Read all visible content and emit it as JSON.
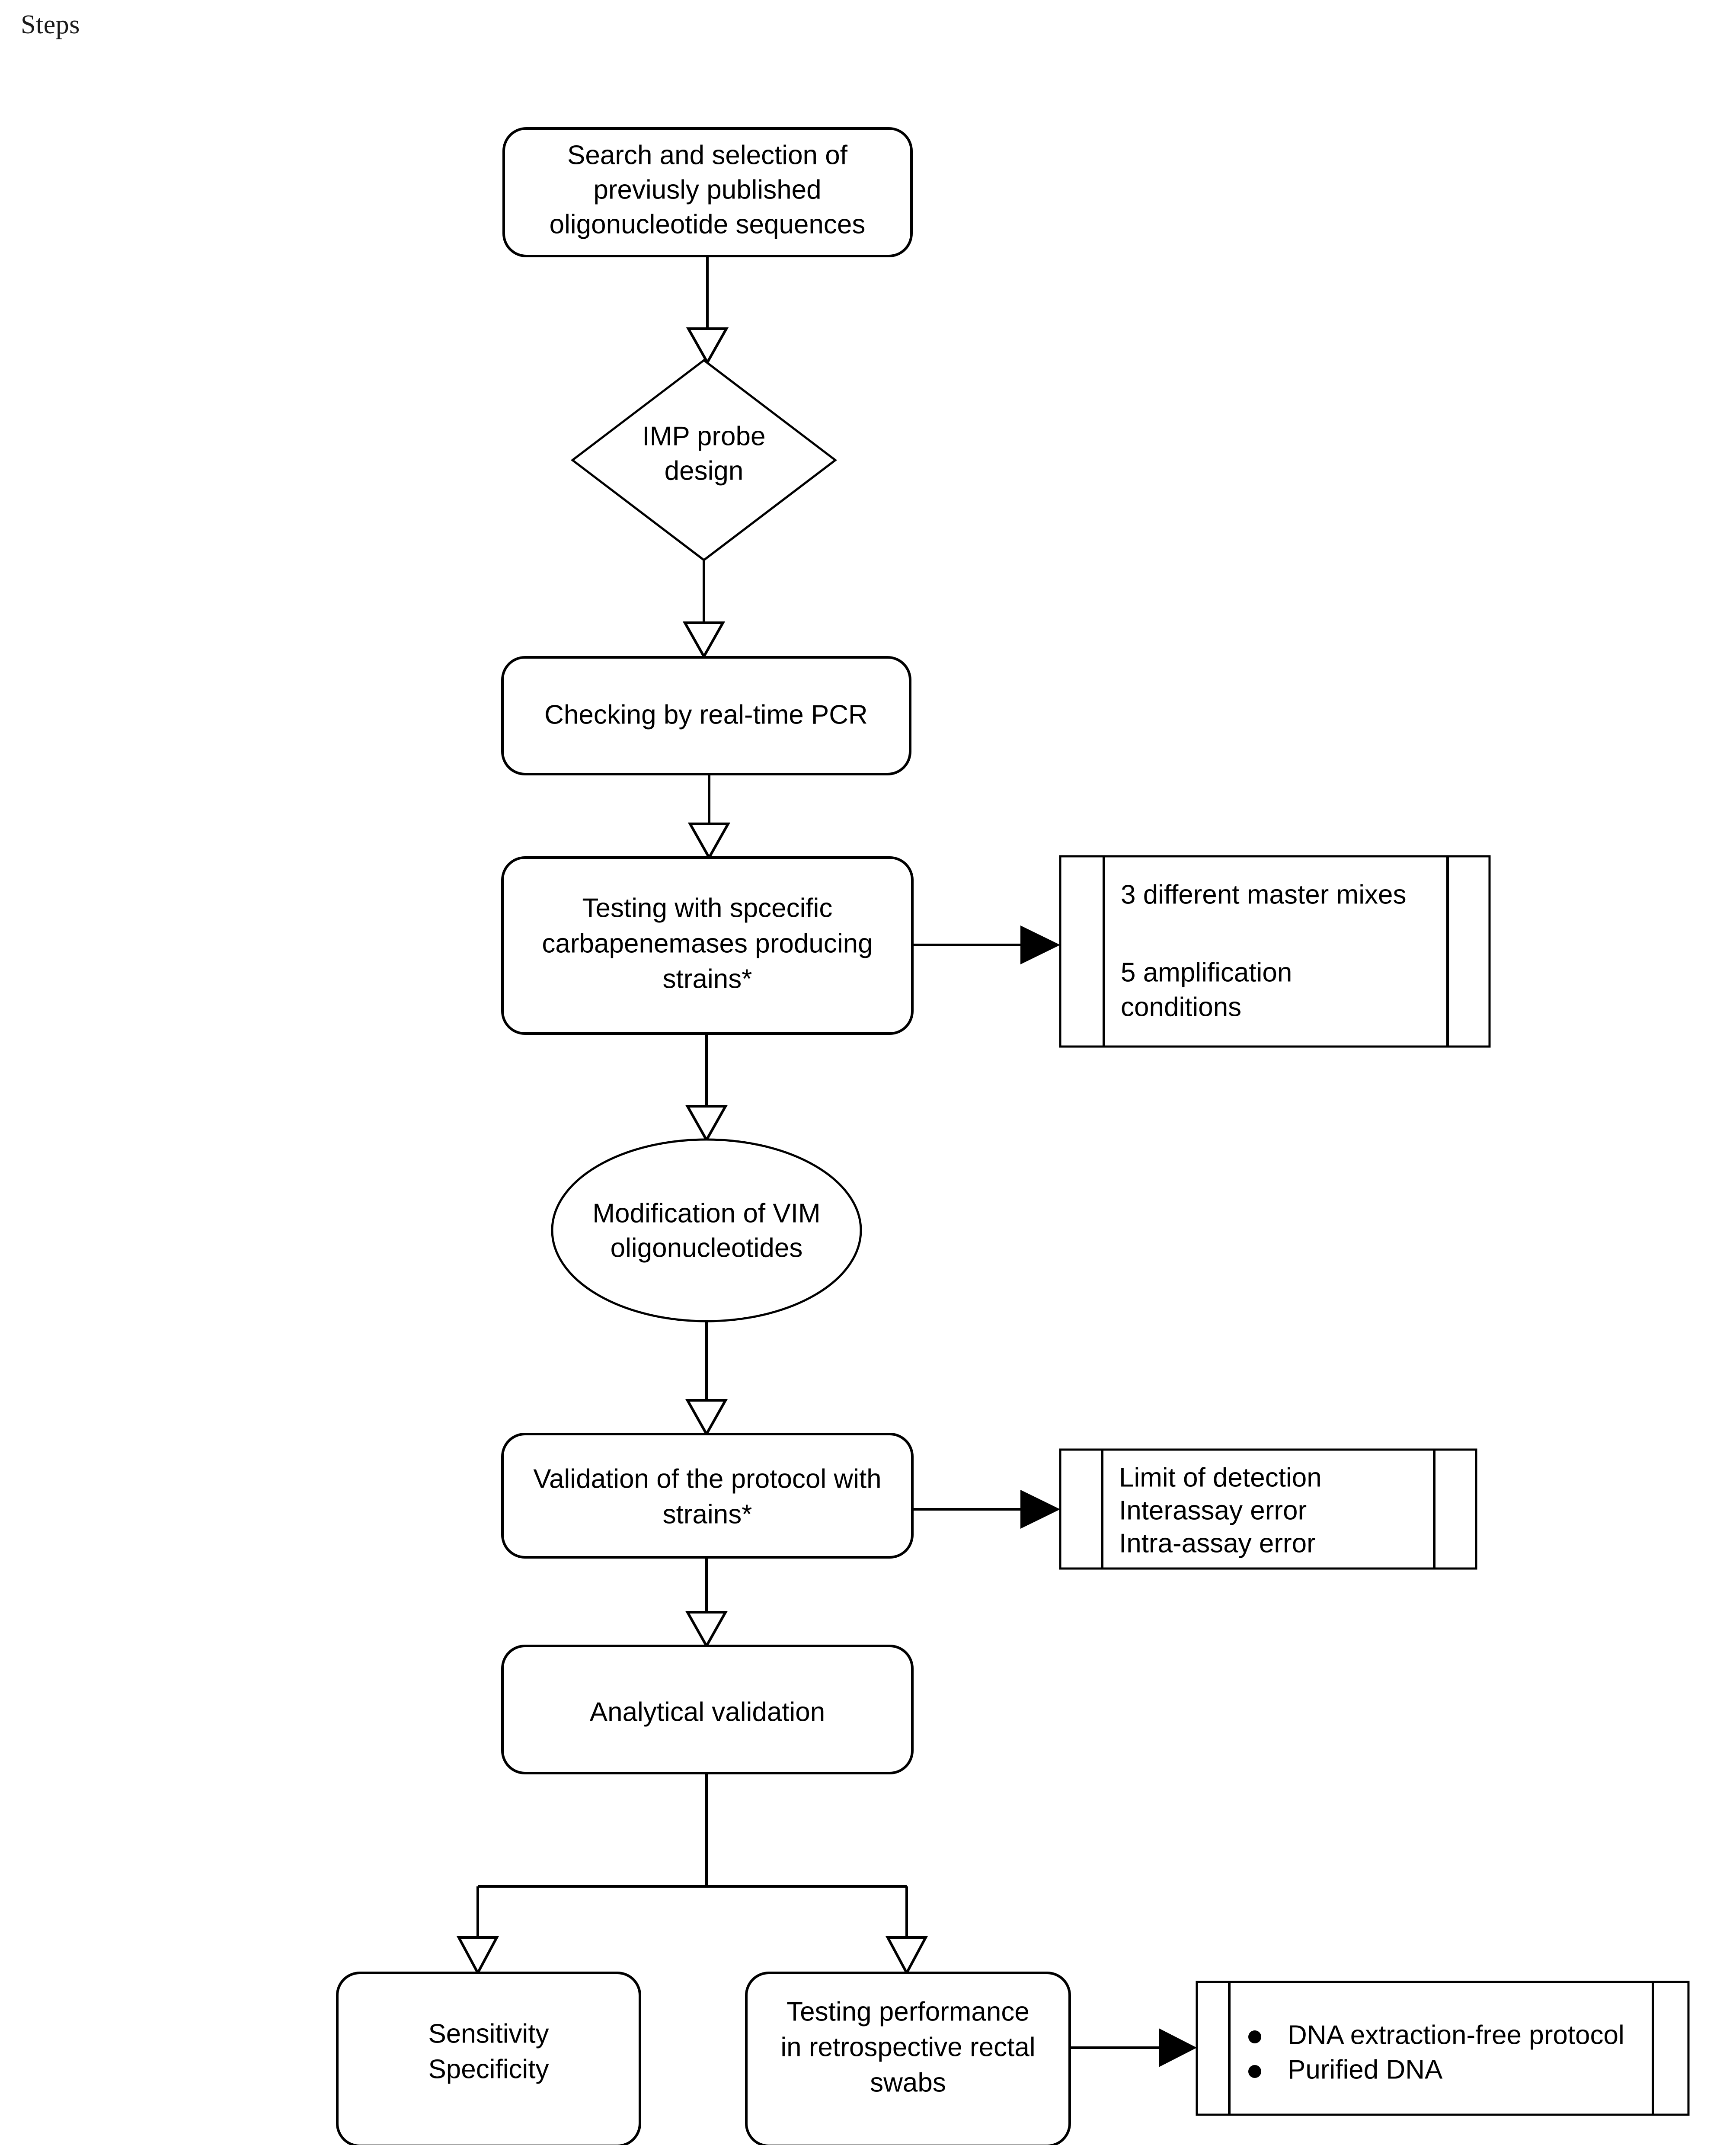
{
  "page": {
    "title": "Steps",
    "background_color": "#ffffff",
    "stroke_color": "#000000",
    "text_color": "#000000"
  },
  "flowchart": {
    "type": "process-flow",
    "orientation": "top-to-bottom",
    "nodes": [
      {
        "id": "search-selection",
        "shape": "rounded-rectangle",
        "lines": [
          "Search and selection of",
          "previusly published",
          "oligonucleotide sequences"
        ]
      },
      {
        "id": "imp-probe-design",
        "shape": "diamond",
        "lines": [
          "IMP probe",
          "design"
        ]
      },
      {
        "id": "checking-real-time-pcr",
        "shape": "rounded-rectangle",
        "lines": [
          "Checking by real-time PCR"
        ]
      },
      {
        "id": "testing-specific-strains",
        "shape": "rounded-rectangle",
        "lines": [
          "Testing with spcecific",
          "carbapenemases producing",
          "strains*"
        ]
      },
      {
        "id": "master-mixes-conditions",
        "shape": "predefined-process",
        "lines": [
          "3 different master mixes",
          "",
          "5 amplification",
          "conditions"
        ]
      },
      {
        "id": "modification-vim",
        "shape": "ellipse",
        "lines": [
          "Modification of VIM",
          "oligonucleotides"
        ]
      },
      {
        "id": "validation-protocol",
        "shape": "rounded-rectangle",
        "lines": [
          "Validation of the protocol with",
          "strains*"
        ]
      },
      {
        "id": "validation-metrics",
        "shape": "predefined-process",
        "lines": [
          "Limit of detection",
          "Interassay error",
          "Intra-assay error"
        ]
      },
      {
        "id": "analytical-validation",
        "shape": "rounded-rectangle",
        "lines": [
          "Analytical validation"
        ]
      },
      {
        "id": "sensitivity-specificity",
        "shape": "rounded-rectangle",
        "lines": [
          "Sensitivity",
          "Specificity"
        ]
      },
      {
        "id": "testing-rectal-swabs",
        "shape": "rounded-rectangle",
        "lines": [
          "Testing performance",
          "in retrospective rectal",
          "swabs"
        ]
      },
      {
        "id": "dna-protocols",
        "shape": "predefined-process",
        "bullets": [
          "DNA extraction-free protocol",
          "Purified DNA"
        ]
      }
    ],
    "edges": [
      {
        "from": "search-selection",
        "to": "imp-probe-design",
        "arrow": "open-triangle"
      },
      {
        "from": "imp-probe-design",
        "to": "checking-real-time-pcr",
        "arrow": "open-triangle"
      },
      {
        "from": "checking-real-time-pcr",
        "to": "testing-specific-strains",
        "arrow": "open-triangle"
      },
      {
        "from": "testing-specific-strains",
        "to": "master-mixes-conditions",
        "arrow": "solid-arrow"
      },
      {
        "from": "testing-specific-strains",
        "to": "modification-vim",
        "arrow": "open-triangle"
      },
      {
        "from": "modification-vim",
        "to": "validation-protocol",
        "arrow": "open-triangle"
      },
      {
        "from": "validation-protocol",
        "to": "validation-metrics",
        "arrow": "solid-arrow"
      },
      {
        "from": "validation-protocol",
        "to": "analytical-validation",
        "arrow": "open-triangle"
      },
      {
        "from": "analytical-validation",
        "to": "sensitivity-specificity",
        "arrow": "open-triangle"
      },
      {
        "from": "analytical-validation",
        "to": "testing-rectal-swabs",
        "arrow": "open-triangle"
      },
      {
        "from": "testing-rectal-swabs",
        "to": "dna-protocols",
        "arrow": "solid-arrow"
      }
    ]
  },
  "labels": {
    "n1_l1": "Search and selection of",
    "n1_l2": "previusly published",
    "n1_l3": "oligonucleotide sequences",
    "n2_l1": "IMP probe",
    "n2_l2": "design",
    "n3_l1": "Checking by real-time PCR",
    "n4_l1": "Testing with spcecific",
    "n4_l2": "carbapenemases producing",
    "n4_l3": "strains*",
    "n5_l1": "3 different master mixes",
    "n5_l2": "5 amplification",
    "n5_l3": "conditions",
    "n6_l1": "Modification of VIM",
    "n6_l2": "oligonucleotides",
    "n7_l1": "Validation of the protocol with",
    "n7_l2": "strains*",
    "n8_l1": "Limit of detection",
    "n8_l2": "Interassay error",
    "n8_l3": "Intra-assay error",
    "n9_l1": "Analytical validation",
    "n10_l1": "Sensitivity",
    "n10_l2": "Specificity",
    "n11_l1": "Testing performance",
    "n11_l2": "in retrospective rectal",
    "n11_l3": "swabs",
    "n12_b1": "DNA extraction-free protocol",
    "n12_b2": "Purified DNA"
  }
}
